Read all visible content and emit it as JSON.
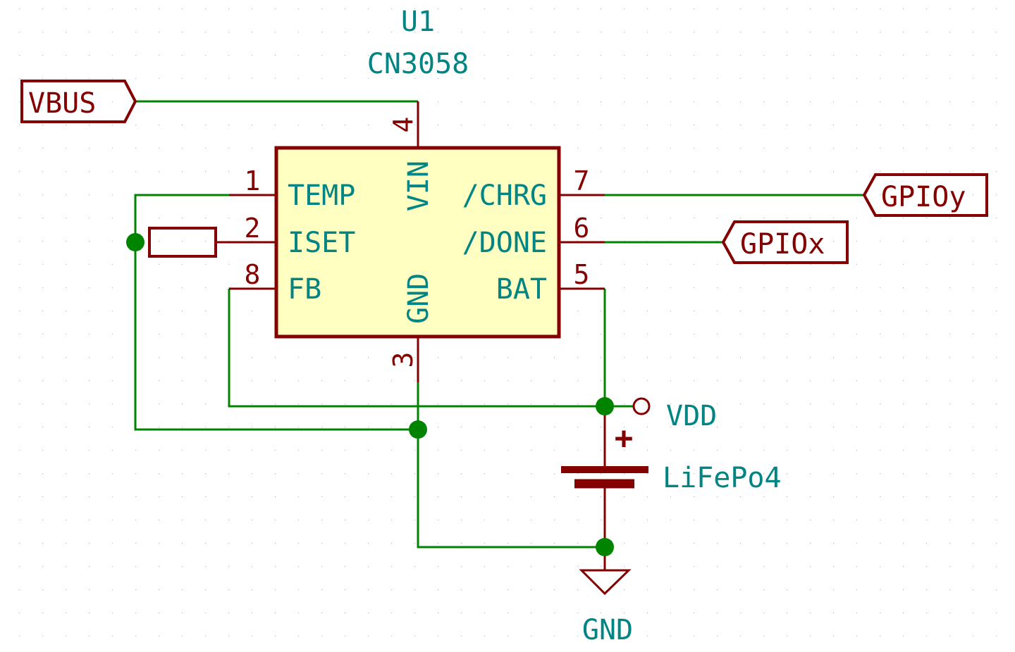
{
  "colors": {
    "wire": "#008400",
    "symbol": "#840000",
    "body_fill": "#ffffc2",
    "text": "#008484",
    "junction": "#008400",
    "grid": "#b8b8b8"
  },
  "component": {
    "ref": "U1",
    "value": "CN3058",
    "pins": [
      {
        "number": "1",
        "name": "TEMP"
      },
      {
        "number": "2",
        "name": "ISET"
      },
      {
        "number": "8",
        "name": "FB"
      },
      {
        "number": "4",
        "name": "VIN"
      },
      {
        "number": "3",
        "name": "GND"
      },
      {
        "number": "7",
        "name": "/CHRG"
      },
      {
        "number": "6",
        "name": "/DONE"
      },
      {
        "number": "5",
        "name": "BAT"
      }
    ]
  },
  "labels": {
    "vbus": "VBUS",
    "gpioy": "GPIOy",
    "gpiox": "GPIOx"
  },
  "power": {
    "vdd": "VDD",
    "gnd": "GND"
  },
  "battery": {
    "label": "LiFePo4",
    "polarity": "+"
  }
}
